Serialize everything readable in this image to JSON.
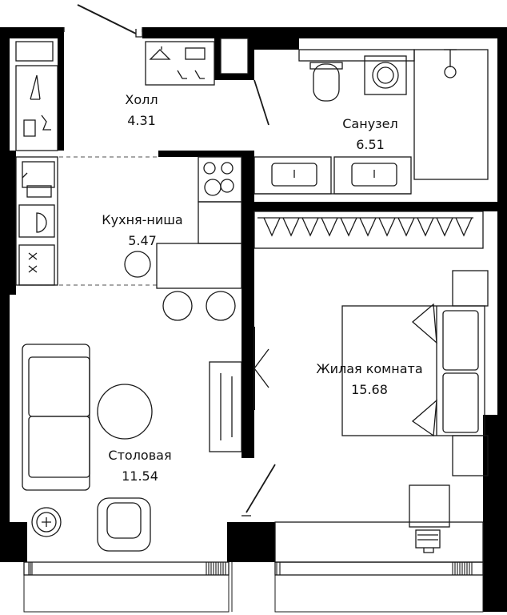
{
  "rooms": {
    "hall": {
      "name": "Холл",
      "area": "4.31"
    },
    "bathroom": {
      "name": "Санузел",
      "area": "6.51"
    },
    "kitchen": {
      "name": "Кухня-ниша",
      "area": "5.47"
    },
    "living": {
      "name": "Жилая комната",
      "area": "15.68"
    },
    "dining": {
      "name": "Столовая",
      "area": "11.54"
    }
  },
  "colors": {
    "wall": "#000000",
    "line": "#1a1a1a",
    "background": "#ffffff"
  }
}
